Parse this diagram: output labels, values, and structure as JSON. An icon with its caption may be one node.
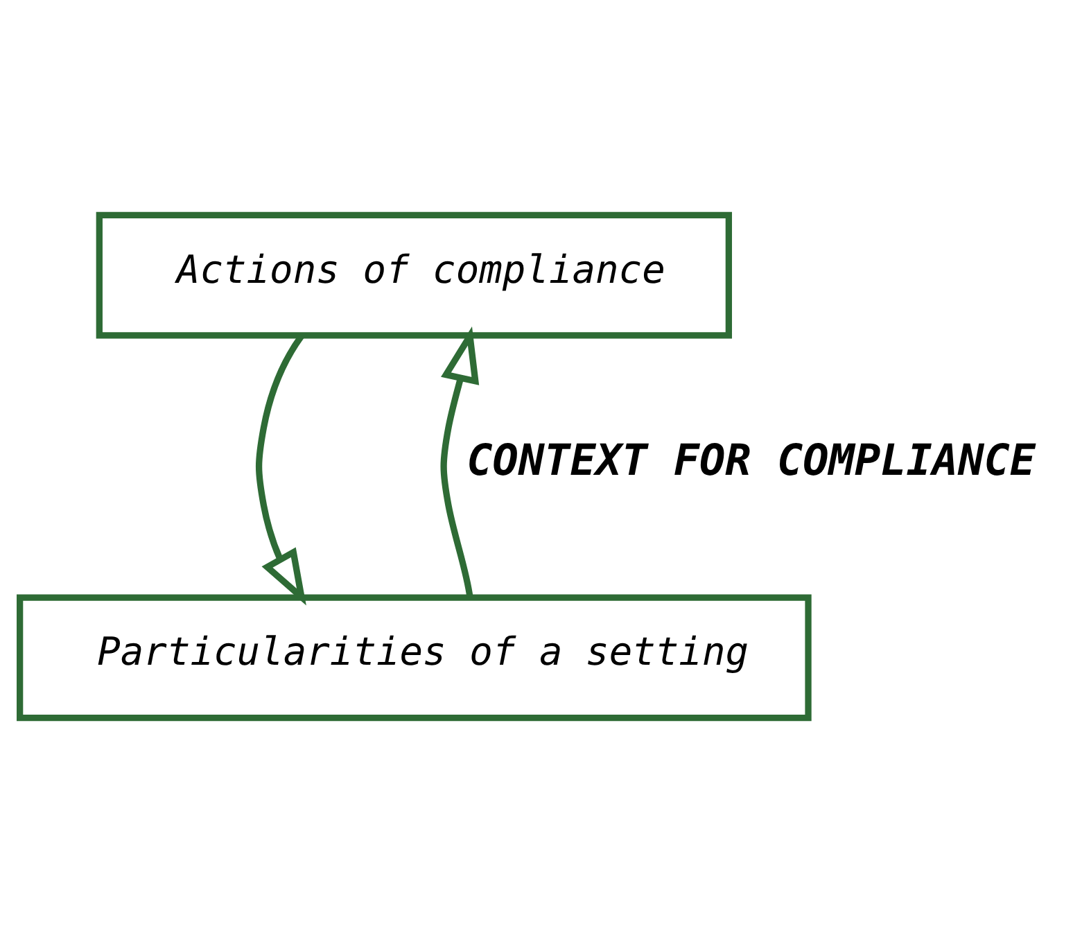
{
  "diagram": {
    "nodes": [
      {
        "text": [
          "Actions of compliance"
        ]
      },
      {
        "text": [
          "Particularities of a setting"
        ]
      }
    ],
    "edges": [
      {
        "from": 0,
        "to": 1,
        "arrow": "to"
      },
      {
        "from": 1,
        "to": 0,
        "arrow": "to"
      }
    ],
    "labels": [
      "CONTEXT FOR COMPLIANCE"
    ]
  }
}
